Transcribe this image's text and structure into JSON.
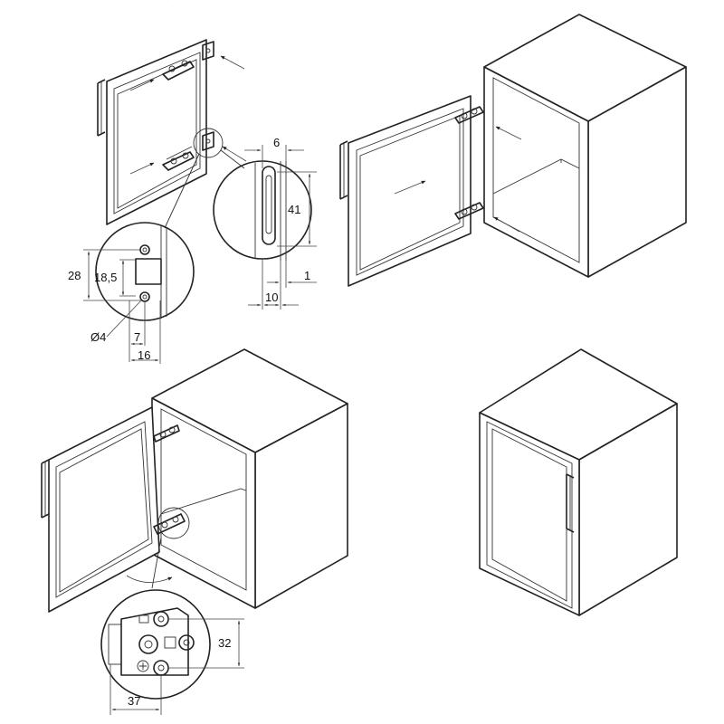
{
  "dimensions": {
    "strike_height": "28",
    "strike_pitch": "18,5",
    "hole_diameter": "Ø4",
    "hole_offset": "7",
    "strike_depth": "16",
    "slot_width": "6",
    "slot_length": "41",
    "slot_edge": "1",
    "slot_offset": "10",
    "hinge_pitch": "32",
    "hinge_offset": "37"
  },
  "colors": {
    "line": "#222222",
    "background": "#ffffff"
  },
  "icons": [
    "door-frame-icon",
    "hinge-icon",
    "cabinet-icon",
    "handle-icon",
    "arrow-icon"
  ]
}
